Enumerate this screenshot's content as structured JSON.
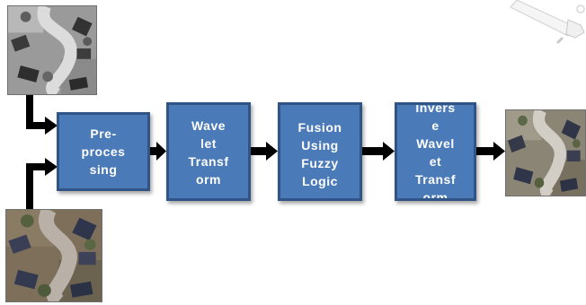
{
  "diagram": {
    "blocks": {
      "preprocess": [
        "Pre-",
        "proces",
        "sing"
      ],
      "wavelet": [
        "Wave",
        "let",
        "Transf",
        "orm"
      ],
      "fusion": [
        "Fusion",
        "Using",
        "Fuzzy",
        "Logic"
      ],
      "inverse": [
        "Invers",
        "e",
        "Wavel",
        "et",
        "Transf",
        "orm"
      ]
    },
    "images": {
      "input_top": "aerial-input-image-1",
      "input_bottom": "aerial-input-image-2",
      "output": "fused-output-image"
    },
    "colors": {
      "block_fill": "#4a7ab8",
      "block_border": "#2f5485",
      "arrow": "#000000",
      "text": "#ffffff"
    }
  }
}
